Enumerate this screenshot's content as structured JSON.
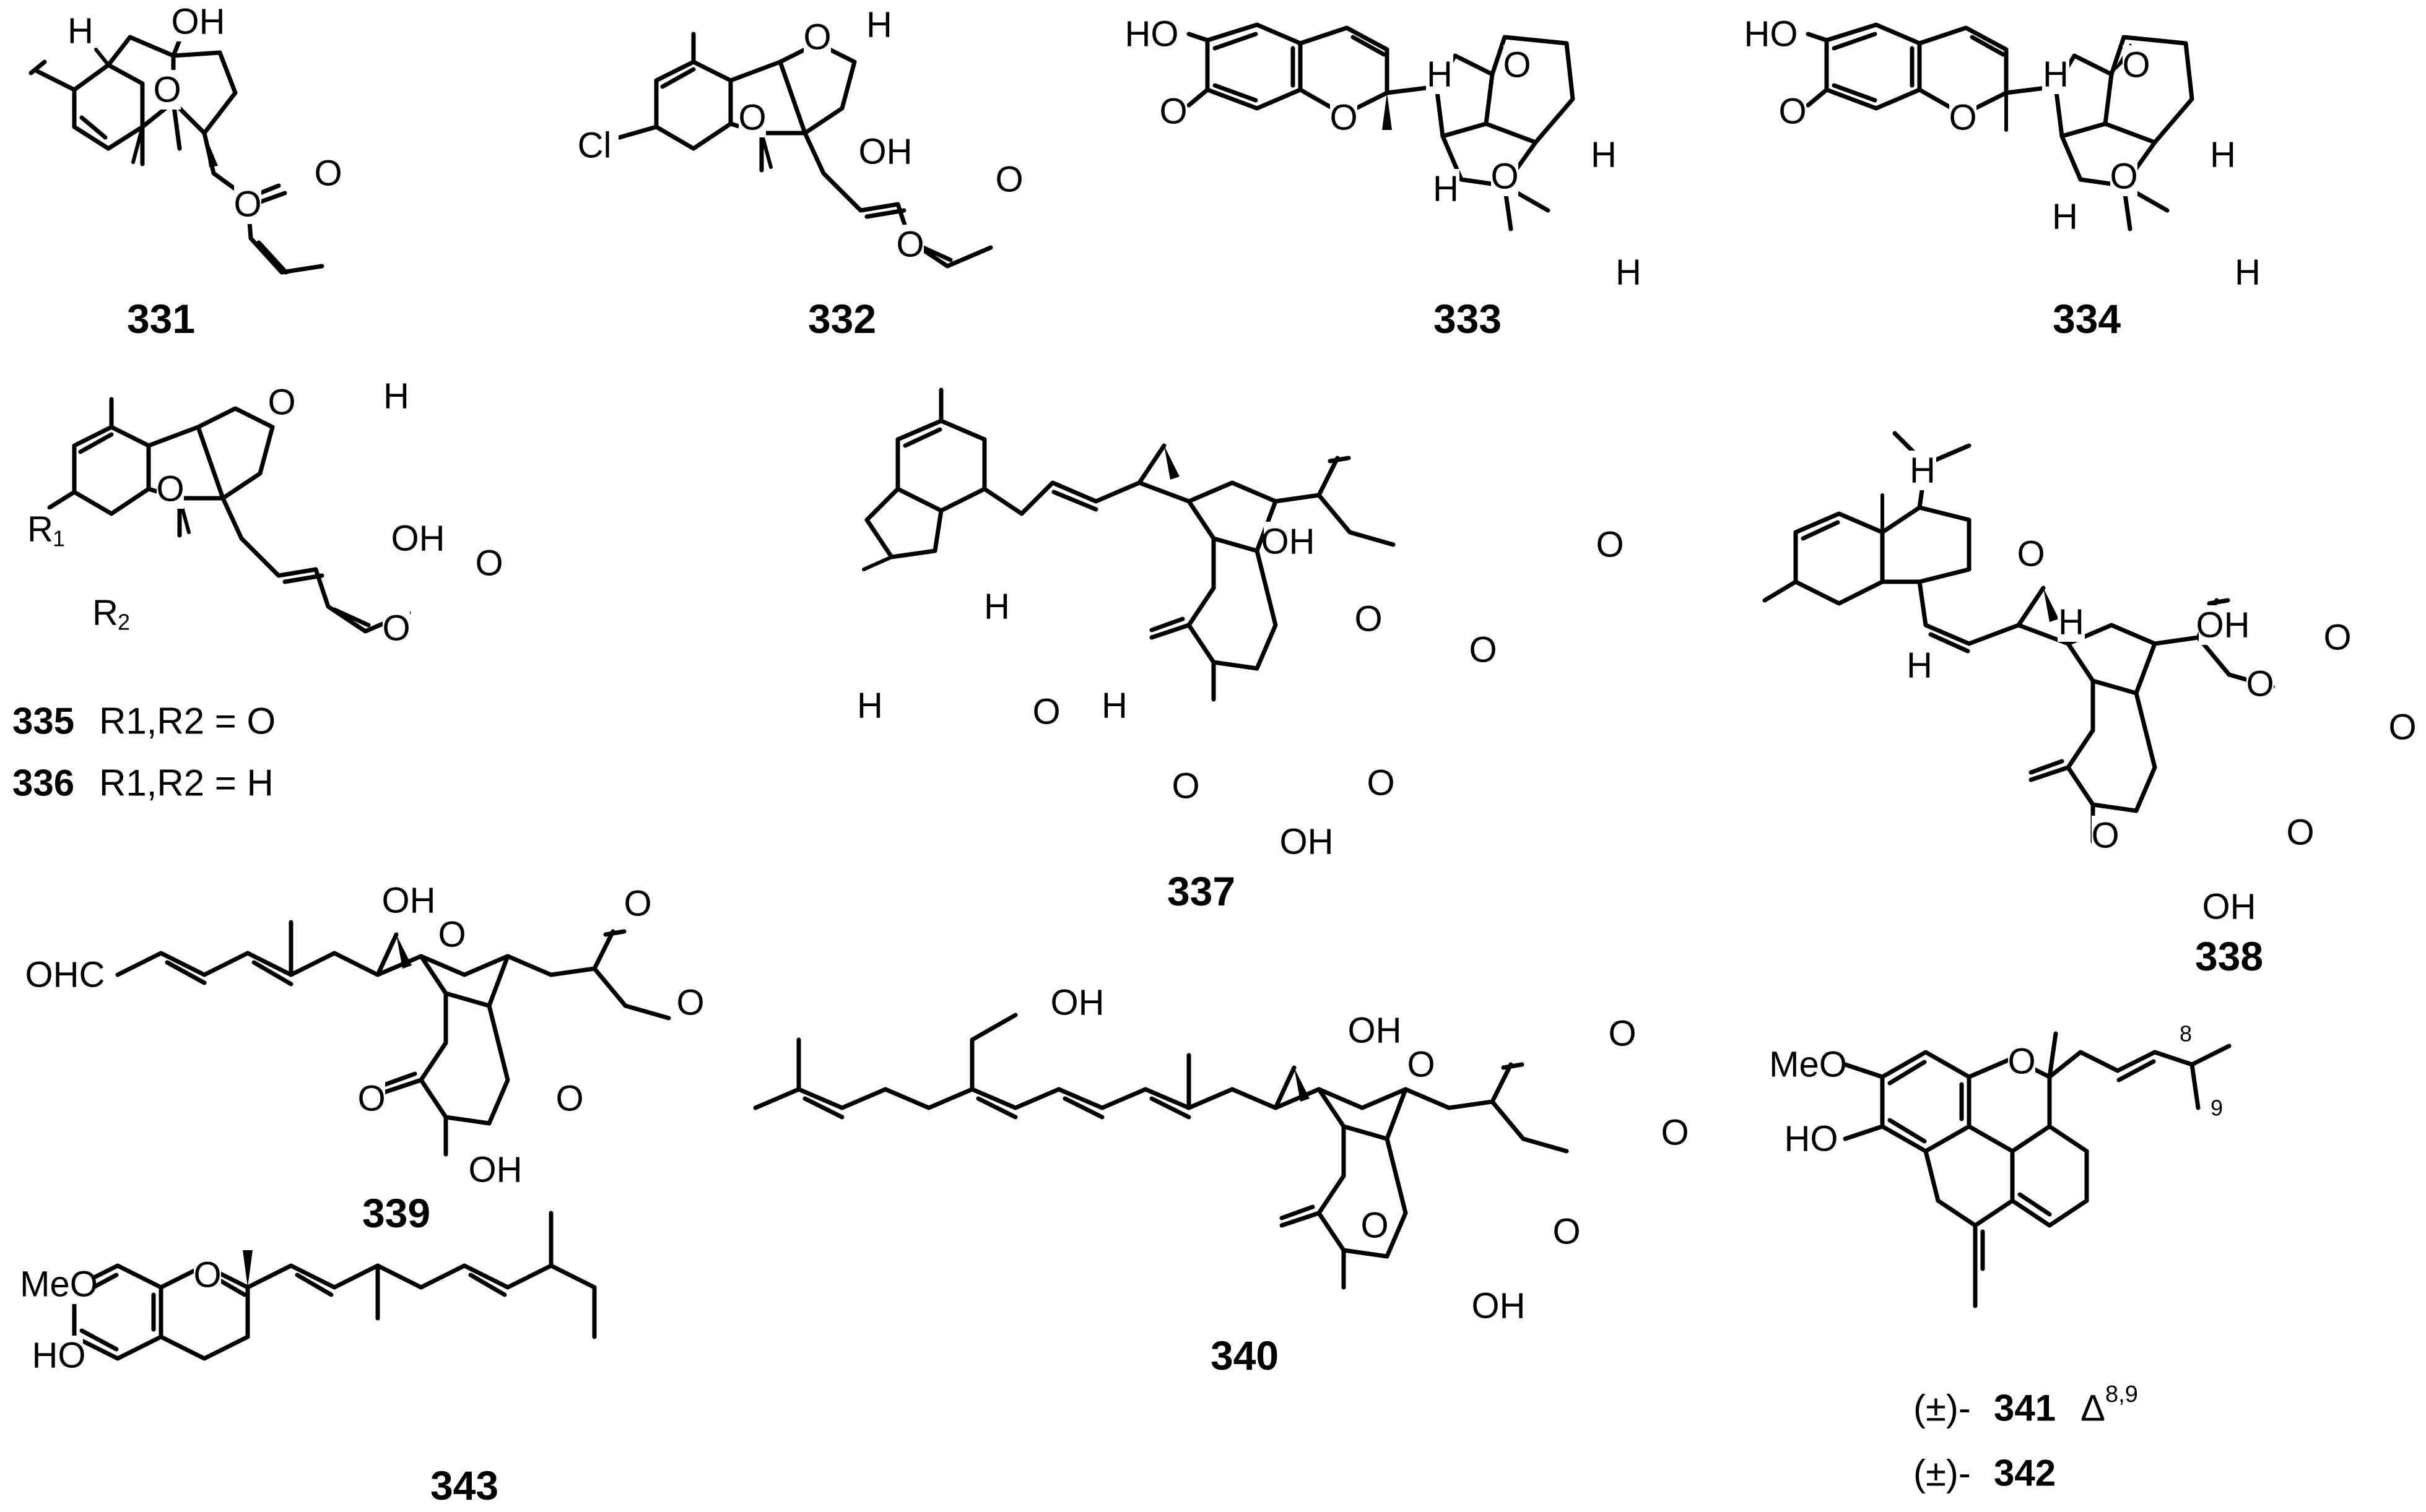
{
  "compounds": [
    {
      "id": "331",
      "label": "331"
    },
    {
      "id": "332",
      "label": "332"
    },
    {
      "id": "333",
      "label": "333"
    },
    {
      "id": "334",
      "label": "334"
    },
    {
      "id": "335",
      "label": "335",
      "caption": "R1,R2 = O"
    },
    {
      "id": "336",
      "label": "336",
      "caption": "R1,R2 = H"
    },
    {
      "id": "337",
      "label": "337"
    },
    {
      "id": "338",
      "label": "338"
    },
    {
      "id": "339",
      "label": "339"
    },
    {
      "id": "340",
      "label": "340"
    },
    {
      "id": "341",
      "label": "341",
      "prefix": "(±)-",
      "suffix": "Δ",
      "suffix_sup": "8,9"
    },
    {
      "id": "342",
      "label": "342",
      "prefix": "(±)-"
    },
    {
      "id": "343",
      "label": "343"
    }
  ],
  "atoms": {
    "H": "H",
    "OH": "OH",
    "O": "O",
    "Cl": "Cl",
    "HO": "HO",
    "OHC": "OHC",
    "MeO": "MeO",
    "R1": "R",
    "R1_sub": "1",
    "R2": "R",
    "R2_sub": "2",
    "loc8": "8",
    "loc9": "9"
  }
}
